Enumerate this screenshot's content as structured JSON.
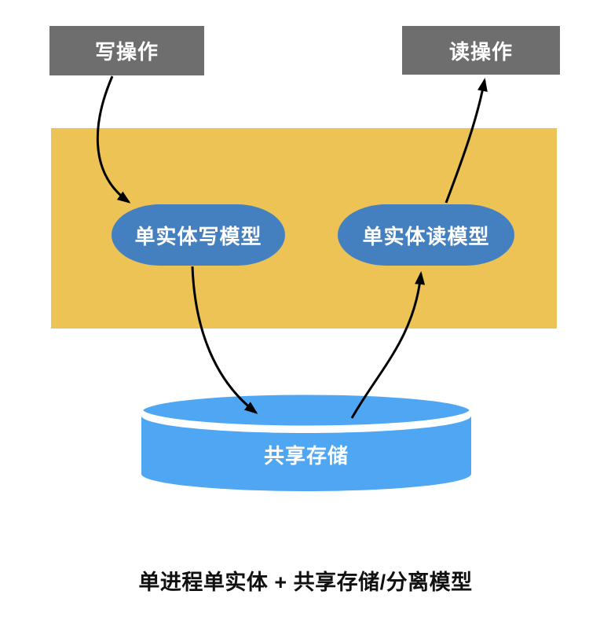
{
  "diagram": {
    "write_op_label": "写操作",
    "read_op_label": "读操作",
    "write_model_label": "单实体写模型",
    "read_model_label": "单实体读模型",
    "storage_label": "共享存储",
    "caption": "单进程单实体 + 共享存储/分离模型"
  },
  "colors": {
    "box_gray": "#6e6e6e",
    "band_yellow": "#edc355",
    "pill_blue": "#4480c0",
    "cylinder_blue": "#4fa7f4",
    "arrow_black": "#000000",
    "label_white": "#ffffff",
    "caption_black": "#111111"
  }
}
